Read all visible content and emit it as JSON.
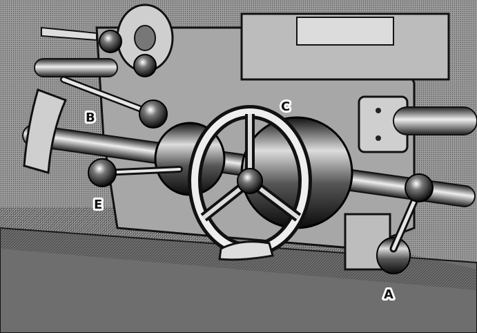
{
  "illustration": {
    "callouts": {
      "a": "A",
      "b": "B",
      "c": "C",
      "e": "E"
    }
  }
}
